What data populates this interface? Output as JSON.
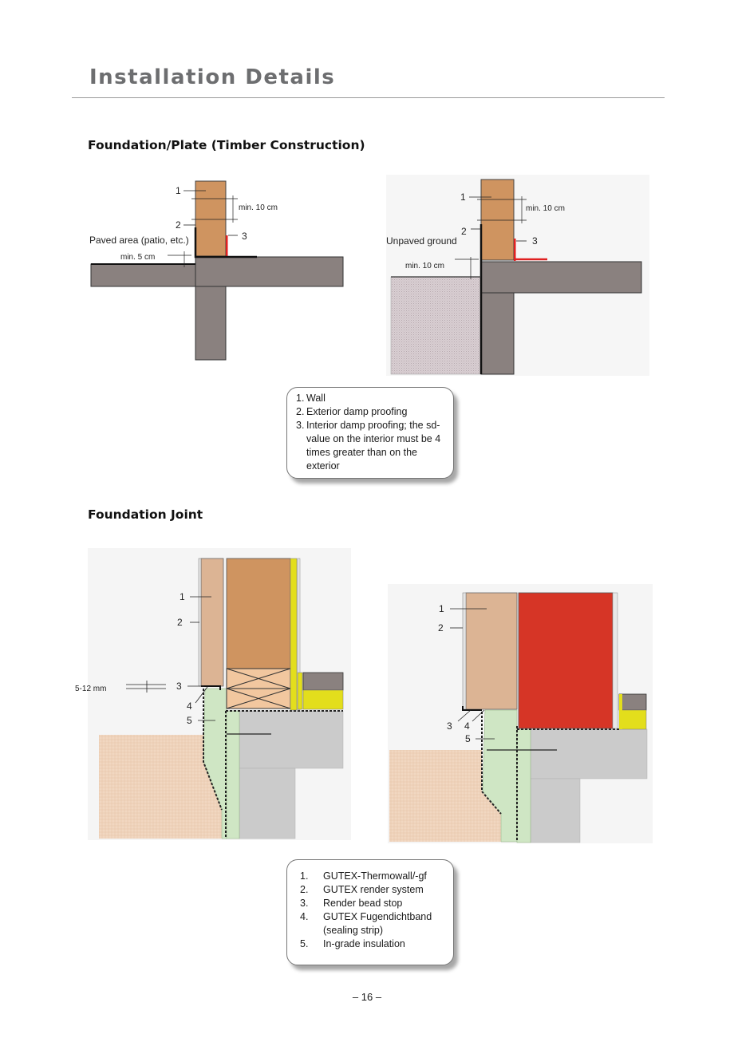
{
  "header": {
    "title": "Installation Details"
  },
  "section1": {
    "title": "Foundation/Plate (Timber Construction)",
    "diagram_left": {
      "labels": [
        "1",
        "2",
        "3"
      ],
      "min_top": "min. 10 cm",
      "ground": "Paved area (patio, etc.)",
      "min_bottom": "min. 5 cm"
    },
    "diagram_right": {
      "labels": [
        "1",
        "2",
        "3"
      ],
      "min_top": "min. 10 cm",
      "ground": "Unpaved ground",
      "min_bottom": "min. 10 cm"
    },
    "legend": [
      {
        "num": "1.",
        "text": "Wall"
      },
      {
        "num": "2.",
        "text": "Exterior damp proofing"
      },
      {
        "num": "3.",
        "text": "Interior damp proofing; the sd-value on the interior must be 4 times greater than on the exterior"
      }
    ]
  },
  "section2": {
    "title": "Foundation Joint",
    "diagram_left": {
      "labels": [
        "1",
        "2",
        "3",
        "4",
        "5"
      ],
      "gap": "5-12 mm"
    },
    "diagram_right": {
      "labels": [
        "1",
        "2",
        "3",
        "4",
        "5"
      ]
    },
    "legend": [
      {
        "num": "1.",
        "text": "GUTEX-Thermowall/-gf"
      },
      {
        "num": "2.",
        "text": "GUTEX  render system"
      },
      {
        "num": "3.",
        "text": "Render bead stop"
      },
      {
        "num": "4.",
        "text": "GUTEX Fugendichtband (sealing strip)"
      },
      {
        "num": "5.",
        "text": "In-grade insulation"
      }
    ]
  },
  "footer": {
    "page": "– 16 –"
  },
  "colors": {
    "title_gray": "#6d6e70",
    "concrete_dark": "#8a817f",
    "timber": "#cf9460",
    "timber_light": "#dcb494",
    "sealing_red": "#e02020",
    "render_red": "#d63526",
    "insulation_green": "#cfe6c4",
    "concrete_light": "#cbcbcb",
    "yellow": "#e3de1c",
    "soil": "#f0d5bd",
    "gravel": "#d3c7cc"
  }
}
